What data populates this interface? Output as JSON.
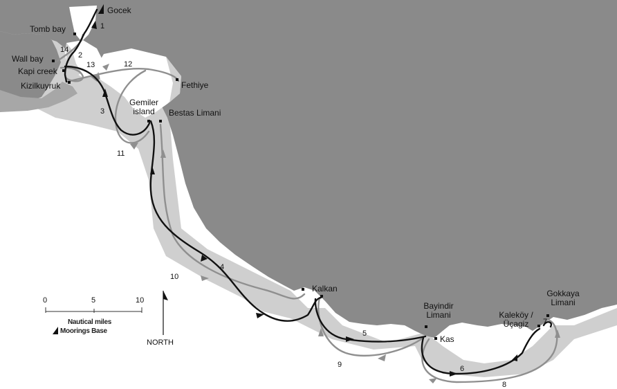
{
  "colors": {
    "land": "#8a8a8a",
    "coast_halo": "#cfcfcf",
    "sea": "#ffffff",
    "route_dark": "#111111",
    "route_grey": "#8f8f8f"
  },
  "places": {
    "gocek": "Gocek",
    "tomb_bay": "Tomb bay",
    "wall_bay": "Wall bay",
    "kapi_creek": "Kapi creek",
    "kizilkuyruk": "Kizilkuyruk",
    "fethiye": "Fethiye",
    "gemiler_1": "Gemiler",
    "gemiler_2": "island",
    "bestas": "Bestas Limani",
    "kalkan": "Kalkan",
    "bayindir_1": "Bayindir",
    "bayindir_2": "Limani",
    "kas": "Kas",
    "kalekoy_1": "Kaleköy /",
    "kalekoy_2": "Üçagiz",
    "gokkaya_1": "Gokkaya",
    "gokkaya_2": "Limani"
  },
  "legs": [
    "1",
    "2",
    "3",
    "4",
    "5",
    "6",
    "7",
    "8",
    "9",
    "10",
    "11",
    "12",
    "13",
    "14"
  ],
  "scale": {
    "ticks": [
      "0",
      "5",
      "10"
    ],
    "unit": "Nautical miles",
    "base_label": "Moorings Base"
  },
  "north": "NORTH",
  "icons": [
    "moorings-base-icon",
    "north-arrow-icon"
  ]
}
